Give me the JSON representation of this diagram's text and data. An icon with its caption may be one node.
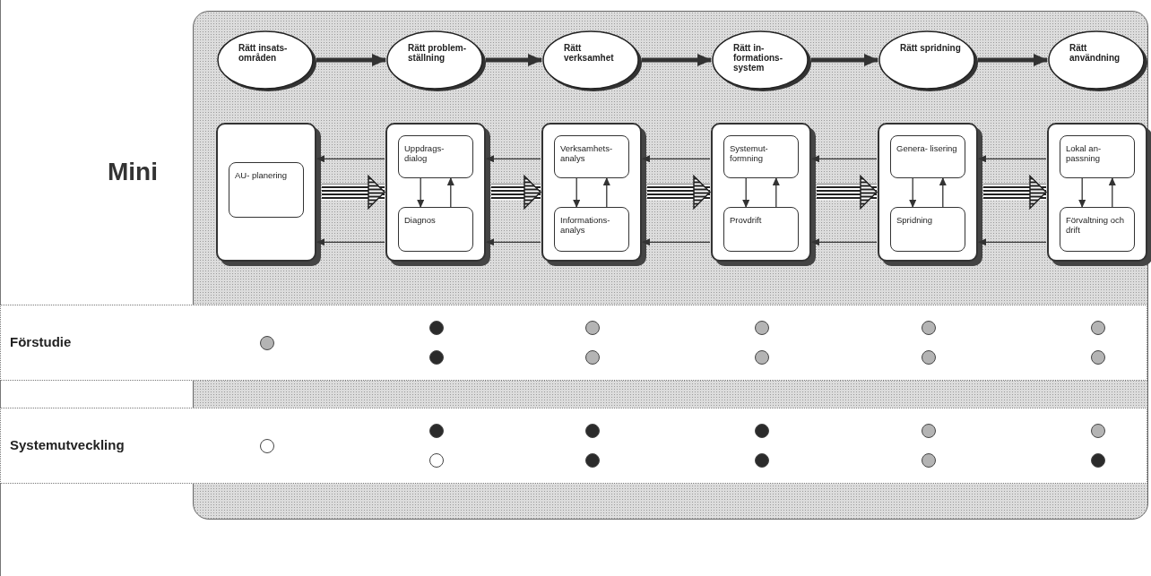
{
  "diagram": {
    "nodes": [
      {
        "text": [
          "Rätt insats- områden"
        ]
      },
      {
        "text": [
          "Rätt problem- ställning"
        ]
      },
      {
        "text": [
          "Rätt verksamhet"
        ]
      },
      {
        "text": [
          "Rätt in- formations- system"
        ]
      },
      {
        "text": [
          "Rätt spridning"
        ]
      },
      {
        "text": [
          "Rätt användning"
        ]
      },
      {
        "text": [],
        "shape": "box"
      },
      {
        "text": [
          "AU- planering"
        ],
        "in": 6
      },
      {
        "text": [],
        "shape": "box"
      },
      {
        "text": [
          "Uppdrags- dialog"
        ],
        "in": 8
      },
      {
        "text": [
          "Diagnos"
        ],
        "in": 8
      },
      {
        "text": [],
        "shape": "box"
      },
      {
        "text": [
          "Verksamhets- analys"
        ],
        "in": 11
      },
      {
        "text": [
          "Informations- analys"
        ],
        "in": 11
      },
      {
        "text": [],
        "shape": "box"
      },
      {
        "text": [
          "Systemut- formning"
        ],
        "in": 14
      },
      {
        "text": [
          "Provdrift"
        ],
        "in": 14
      },
      {
        "text": [],
        "shape": "box"
      },
      {
        "text": [
          "Genera- lisering"
        ],
        "in": 17
      },
      {
        "text": [
          "Spridning"
        ],
        "in": 17
      },
      {
        "text": [],
        "shape": "box"
      },
      {
        "text": [
          "Lokal an- passning"
        ],
        "in": 20
      },
      {
        "text": [
          "Förvaltning och drift"
        ],
        "in": 20
      },
      {
        "text": [
          "Förstudie"
        ]
      },
      {
        "text": [
          "Systemutveckling"
        ]
      },
      {
        "text": [],
        "shape": "circle",
        "in": 23
      },
      {
        "text": [],
        "shape": "circle",
        "in": 23
      },
      {
        "text": [],
        "shape": "circle",
        "in": 23
      },
      {
        "text": [],
        "shape": "circle",
        "in": 23
      },
      {
        "text": [],
        "shape": "circle",
        "in": 23
      },
      {
        "text": [],
        "shape": "circle",
        "in": 23
      },
      {
        "text": [],
        "shape": "circle",
        "in": 23
      },
      {
        "text": [],
        "shape": "circle",
        "in": 23
      },
      {
        "text": [],
        "shape": "circle",
        "in": 23
      },
      {
        "text": [],
        "shape": "circle",
        "in": 23
      },
      {
        "text": [],
        "shape": "circle",
        "in": 23
      },
      {
        "text": [],
        "shape": "circle",
        "in": 24
      },
      {
        "text": [],
        "shape": "circle",
        "in": 24
      },
      {
        "text": [],
        "shape": "circle",
        "in": 24
      },
      {
        "text": [],
        "shape": "circle",
        "in": 24
      },
      {
        "text": [],
        "shape": "circle",
        "in": 24
      },
      {
        "text": [],
        "shape": "circle",
        "in": 24
      },
      {
        "text": [],
        "shape": "circle",
        "in": 24
      },
      {
        "text": [],
        "shape": "circle",
        "in": 24
      },
      {
        "text": [],
        "shape": "circle",
        "in": 24
      },
      {
        "text": [],
        "shape": "circle",
        "in": 24
      },
      {
        "text": [],
        "shape": "circle",
        "in": 24
      }
    ],
    "edges": [
      {
        "from": 0,
        "to": 1,
        "arrow": "to",
        "style": "thick"
      },
      {
        "from": 1,
        "to": 2,
        "arrow": "to",
        "style": "thick"
      },
      {
        "from": 2,
        "to": 3,
        "arrow": "to",
        "style": "thick"
      },
      {
        "from": 3,
        "to": 4,
        "arrow": "to",
        "style": "thick"
      },
      {
        "from": 4,
        "to": 5,
        "arrow": "to",
        "style": "thick"
      },
      {
        "from": 6,
        "to": 8,
        "arrow": "to",
        "style": "thick"
      },
      {
        "from": 8,
        "to": 11,
        "arrow": "to",
        "style": "thick"
      },
      {
        "from": 11,
        "to": 14,
        "arrow": "to",
        "style": "thick"
      },
      {
        "from": 14,
        "to": 17,
        "arrow": "to",
        "style": "thick"
      },
      {
        "from": 17,
        "to": 20,
        "arrow": "to",
        "style": "thick"
      },
      {
        "from": 8,
        "to": 6,
        "arrow": "to"
      },
      {
        "from": 8,
        "to": 6,
        "arrow": "to"
      },
      {
        "from": 11,
        "to": 8,
        "arrow": "to"
      },
      {
        "from": 11,
        "to": 8,
        "arrow": "to"
      },
      {
        "from": 14,
        "to": 11,
        "arrow": "to"
      },
      {
        "from": 14,
        "to": 11,
        "arrow": "to"
      },
      {
        "from": 17,
        "to": 14,
        "arrow": "to"
      },
      {
        "from": 17,
        "to": 14,
        "arrow": "to"
      },
      {
        "from": 20,
        "to": 17,
        "arrow": "to"
      },
      {
        "from": 20,
        "to": 17,
        "arrow": "to"
      },
      {
        "from": 9,
        "to": 10,
        "arrow": "to"
      },
      {
        "from": 10,
        "to": 9,
        "arrow": "to"
      },
      {
        "from": 12,
        "to": 13,
        "arrow": "to"
      },
      {
        "from": 13,
        "to": 12,
        "arrow": "to"
      },
      {
        "from": 15,
        "to": 16,
        "arrow": "to"
      },
      {
        "from": 16,
        "to": 15,
        "arrow": "to"
      },
      {
        "from": 18,
        "to": 19,
        "arrow": "to"
      },
      {
        "from": 19,
        "to": 18,
        "arrow": "to"
      },
      {
        "from": 21,
        "to": 22,
        "arrow": "to"
      },
      {
        "from": 22,
        "to": 21,
        "arrow": "to"
      }
    ],
    "labels": [
      "Mini"
    ]
  }
}
